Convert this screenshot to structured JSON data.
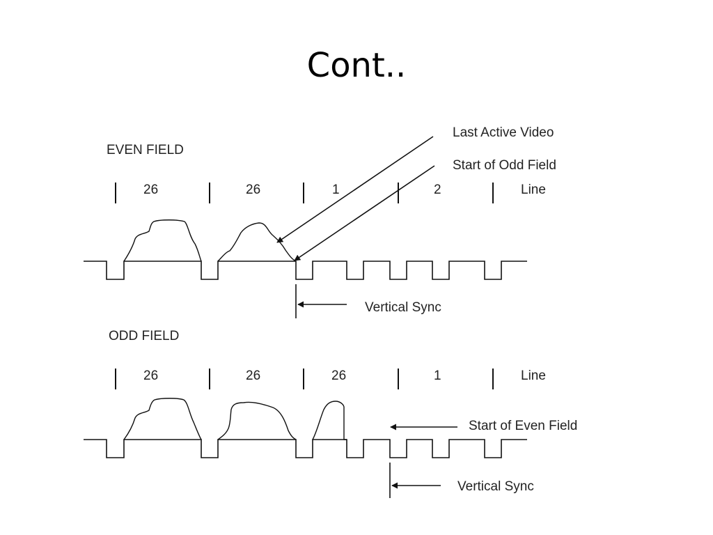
{
  "slide": {
    "title": "Cont.."
  },
  "even_field": {
    "heading": "EVEN FIELD",
    "line_numbers": [
      "26",
      "26",
      "1",
      "2"
    ],
    "line_label": "Line",
    "annotations": {
      "last_active_video": "Last Active Video",
      "start_of_odd_field": "Start of Odd Field",
      "vertical_sync": "Vertical Sync"
    }
  },
  "odd_field": {
    "heading": "ODD FIELD",
    "line_numbers": [
      "26",
      "26",
      "26",
      "1"
    ],
    "line_label": "Line",
    "annotations": {
      "start_of_even_field": "Start of Even Field",
      "vertical_sync": "Vertical Sync"
    }
  }
}
